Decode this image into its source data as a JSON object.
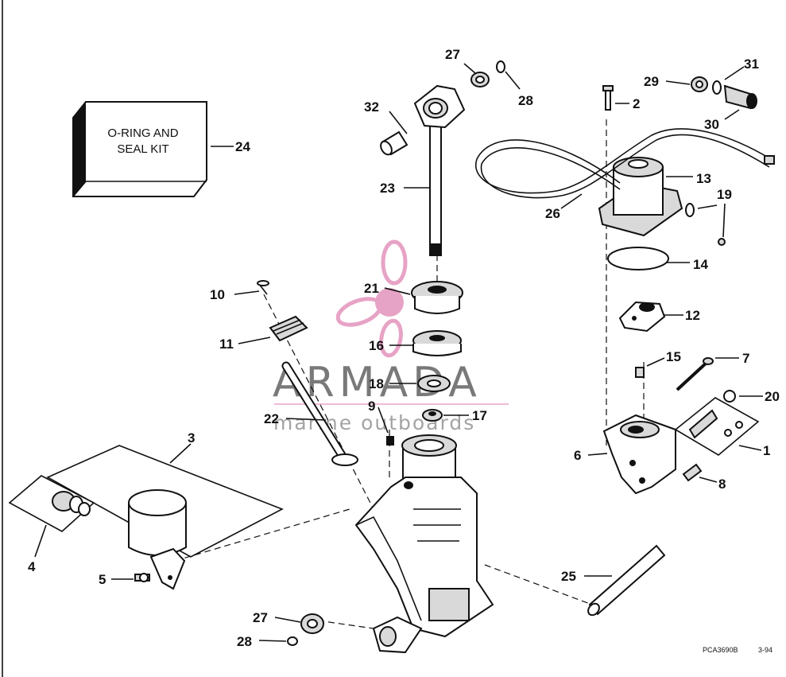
{
  "diagram": {
    "kit_box": {
      "line1": "O-RING AND",
      "line2": "SEAL KIT"
    },
    "watermark": {
      "brand": "ARMADA",
      "tagline": "marine outboards"
    },
    "figure_code": "PCA3690B",
    "figure_date": "3-94",
    "labels": {
      "p1": "1",
      "p2": "2",
      "p3": "3",
      "p4": "4",
      "p5": "5",
      "p6": "6",
      "p7": "7",
      "p8": "8",
      "p9": "9",
      "p10": "10",
      "p11": "11",
      "p12": "12",
      "p13": "13",
      "p14": "14",
      "p15": "15",
      "p16": "16",
      "p17": "17",
      "p18": "18",
      "p19": "19",
      "p20": "20",
      "p21": "21",
      "p22": "22",
      "p23": "23",
      "p24": "24",
      "p25": "25",
      "p26": "26",
      "p27a": "27",
      "p27b": "27",
      "p28a": "28",
      "p28b": "28",
      "p29": "29",
      "p30": "30",
      "p31": "31",
      "p32": "32"
    }
  }
}
